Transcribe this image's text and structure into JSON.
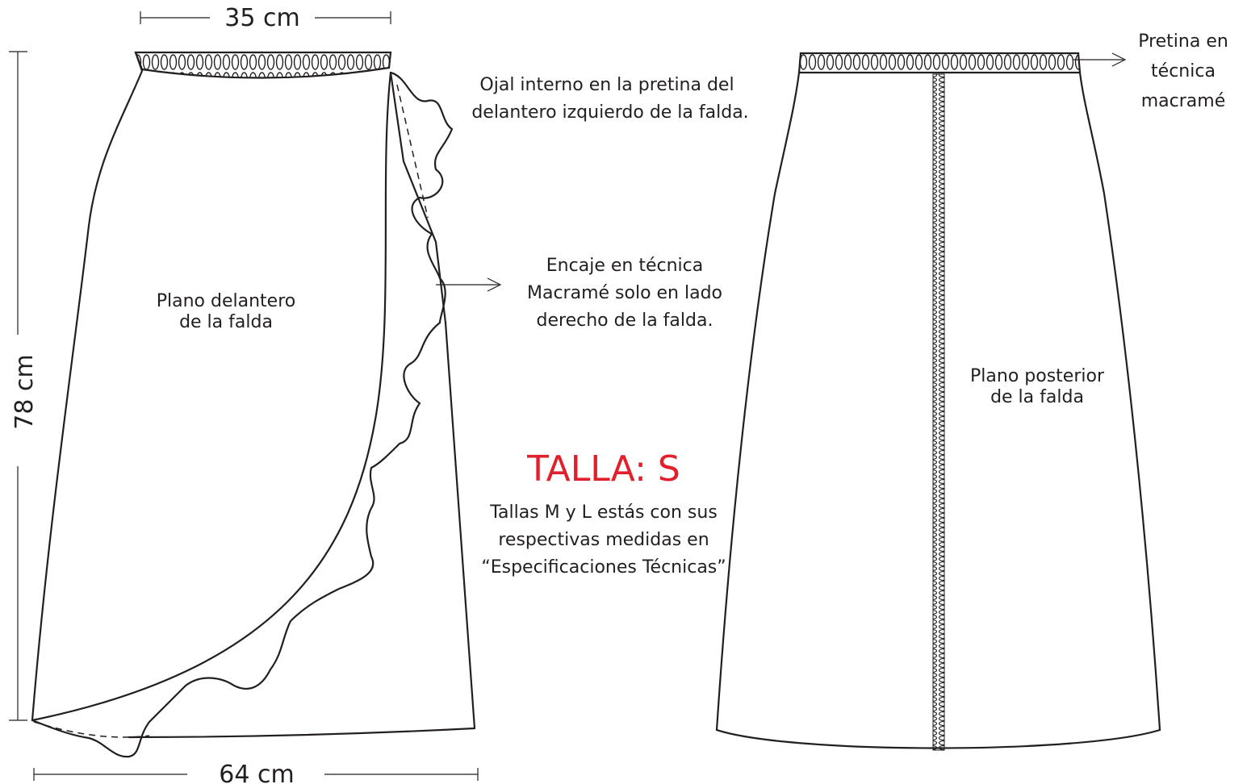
{
  "measures": {
    "waist": "35 cm",
    "length": "78 cm",
    "hem": "64 cm"
  },
  "front": {
    "label_line1": "Plano delantero",
    "label_line2": "de la falda"
  },
  "back": {
    "label_line1": "Plano posterior",
    "label_line2": "de la falda"
  },
  "notes": {
    "ojal_line1": "Ojal interno en la pretina del",
    "ojal_line2": "delantero izquierdo de la falda.",
    "encaje_line1": "Encaje en técnica",
    "encaje_line2": "Macramé solo en lado",
    "encaje_line3": "derecho de la falda.",
    "pretina_line1": "Pretina en",
    "pretina_line2": "técnica",
    "pretina_line3": "macramé"
  },
  "size": {
    "title": "TALLA: S",
    "color": "#e0202b",
    "note_line1": "Tallas M y L estás con sus",
    "note_line2": "respectivas medidas en",
    "note_line3": "“Especificaciones Técnicas”"
  },
  "colors": {
    "ink": "#231f20",
    "accent": "#e0202b"
  }
}
